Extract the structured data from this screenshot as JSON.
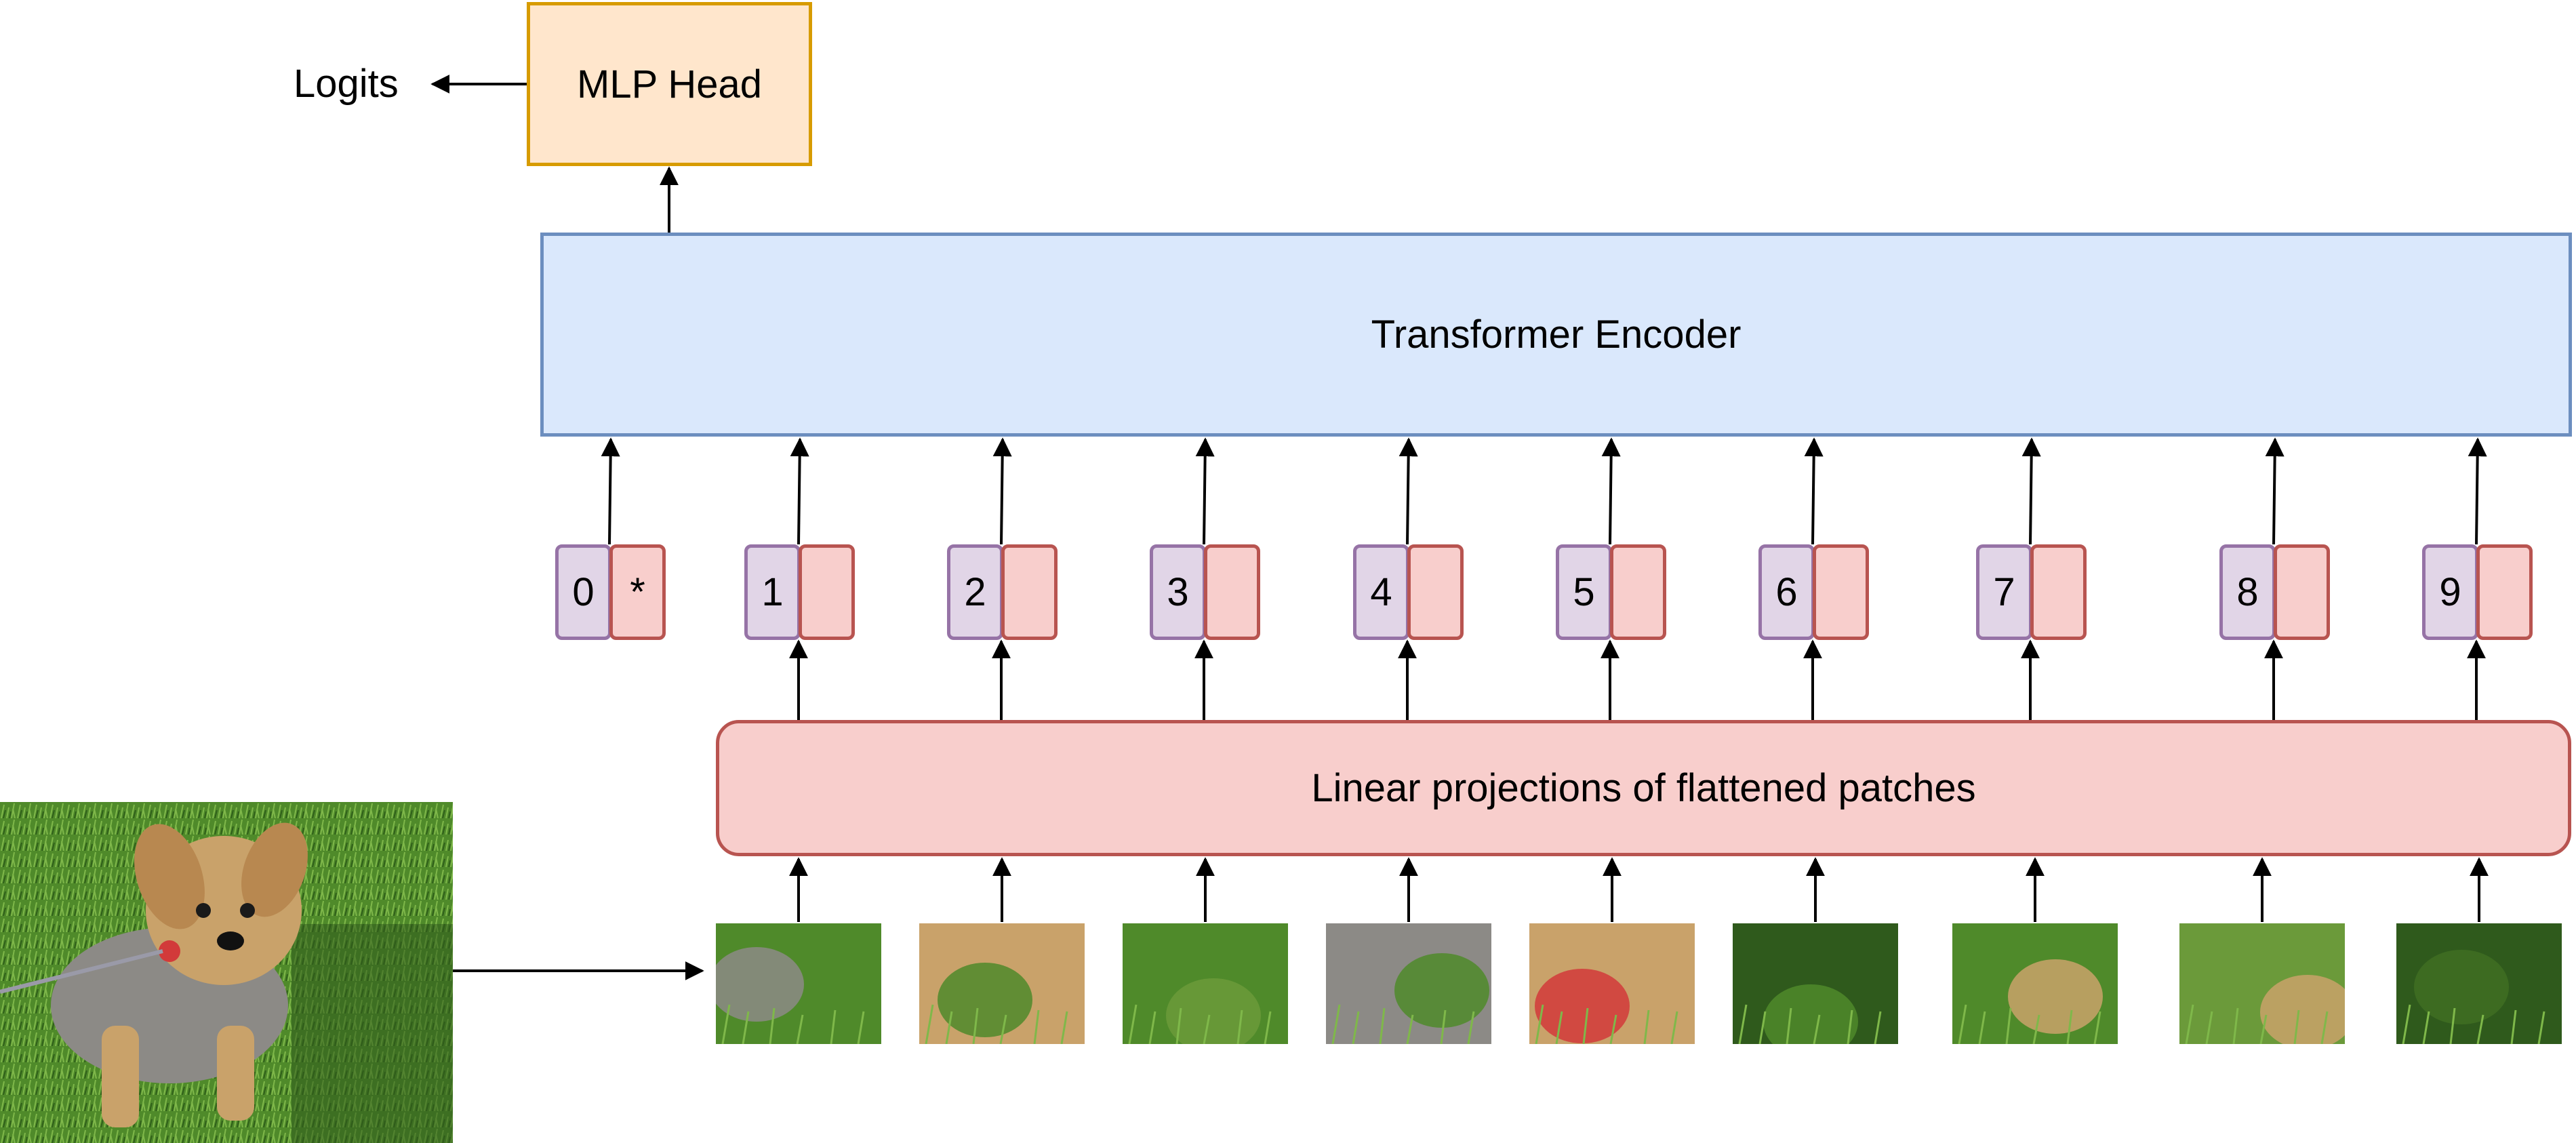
{
  "diagram": {
    "mlp_head": "MLP Head",
    "logits": "Logits",
    "encoder": "Transformer Encoder",
    "linear_projection": "Linear projections of flattened patches",
    "tokens": [
      {
        "position": "0",
        "embedding": "*"
      },
      {
        "position": "1",
        "embedding": ""
      },
      {
        "position": "2",
        "embedding": ""
      },
      {
        "position": "3",
        "embedding": ""
      },
      {
        "position": "4",
        "embedding": ""
      },
      {
        "position": "5",
        "embedding": ""
      },
      {
        "position": "6",
        "embedding": ""
      },
      {
        "position": "7",
        "embedding": ""
      },
      {
        "position": "8",
        "embedding": ""
      },
      {
        "position": "9",
        "embedding": ""
      }
    ],
    "colors": {
      "mlp_fill": "#ffe6cc",
      "mlp_stroke": "#d79b00",
      "encoder_fill": "#dae8fc",
      "encoder_stroke": "#6c8ebf",
      "projection_fill": "#f8cecc",
      "projection_stroke": "#b85450",
      "position_fill": "#e1d5e7",
      "position_stroke": "#9673a6",
      "grass": "#4f8a2a",
      "dog_fur": "#c9a26a"
    },
    "image": {
      "subject": "dog-on-grass-photo",
      "patch_count": 9
    }
  }
}
